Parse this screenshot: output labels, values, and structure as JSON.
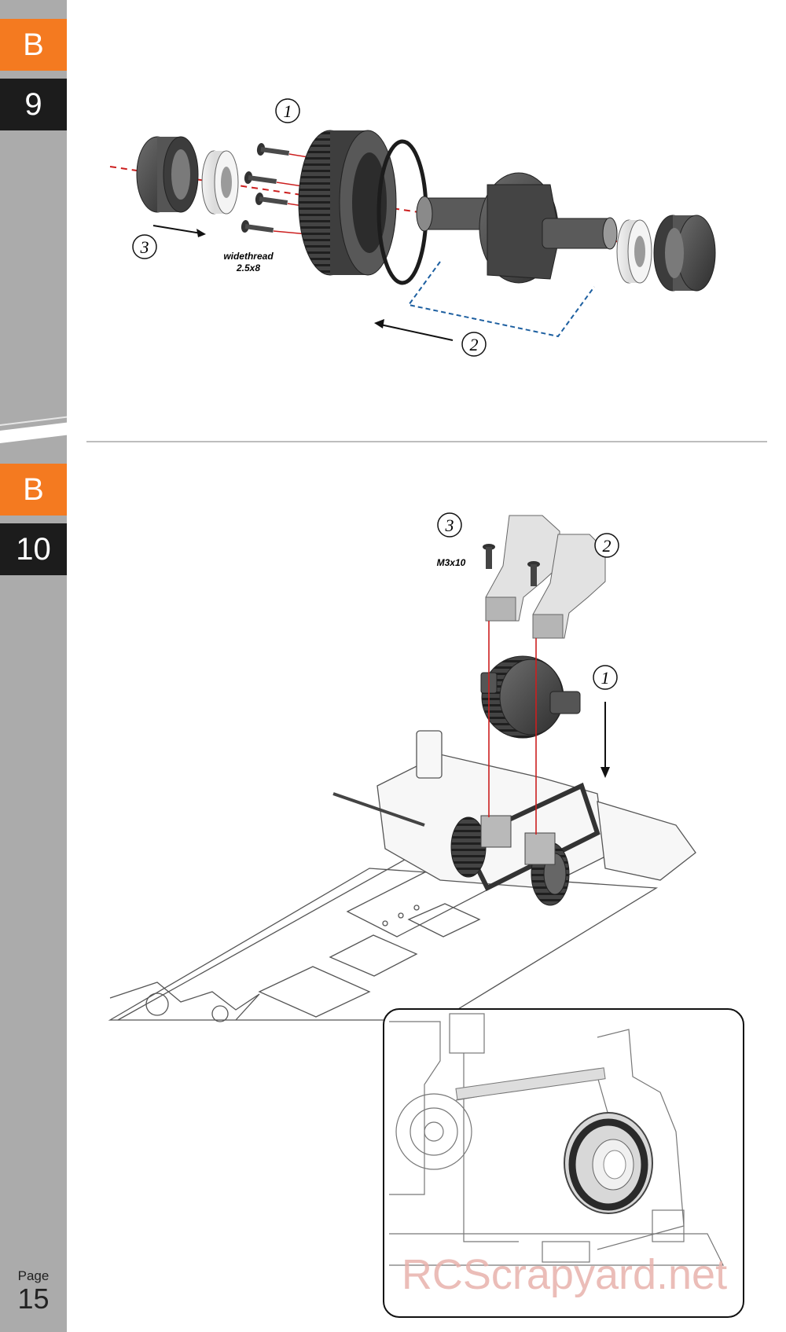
{
  "steps": [
    {
      "section": "B",
      "number": "9",
      "callouts": [
        "1",
        "2",
        "3"
      ],
      "parts": [
        {
          "name": "screw",
          "label_line1": "widethread",
          "label_line2": "2.5x8"
        }
      ]
    },
    {
      "section": "B",
      "number": "10",
      "callouts": [
        "1",
        "2",
        "3"
      ],
      "parts": [
        {
          "name": "screw",
          "label": "M3x10"
        }
      ]
    }
  ],
  "page": {
    "label": "Page",
    "number": "15"
  },
  "watermark": "RCScrapyard.net",
  "colors": {
    "accent": "#f47a20",
    "dark": "#1c1c1c",
    "sidebar": "#ababab",
    "guide_red": "#cc1f1f",
    "guide_blue": "#1d5fa0"
  }
}
